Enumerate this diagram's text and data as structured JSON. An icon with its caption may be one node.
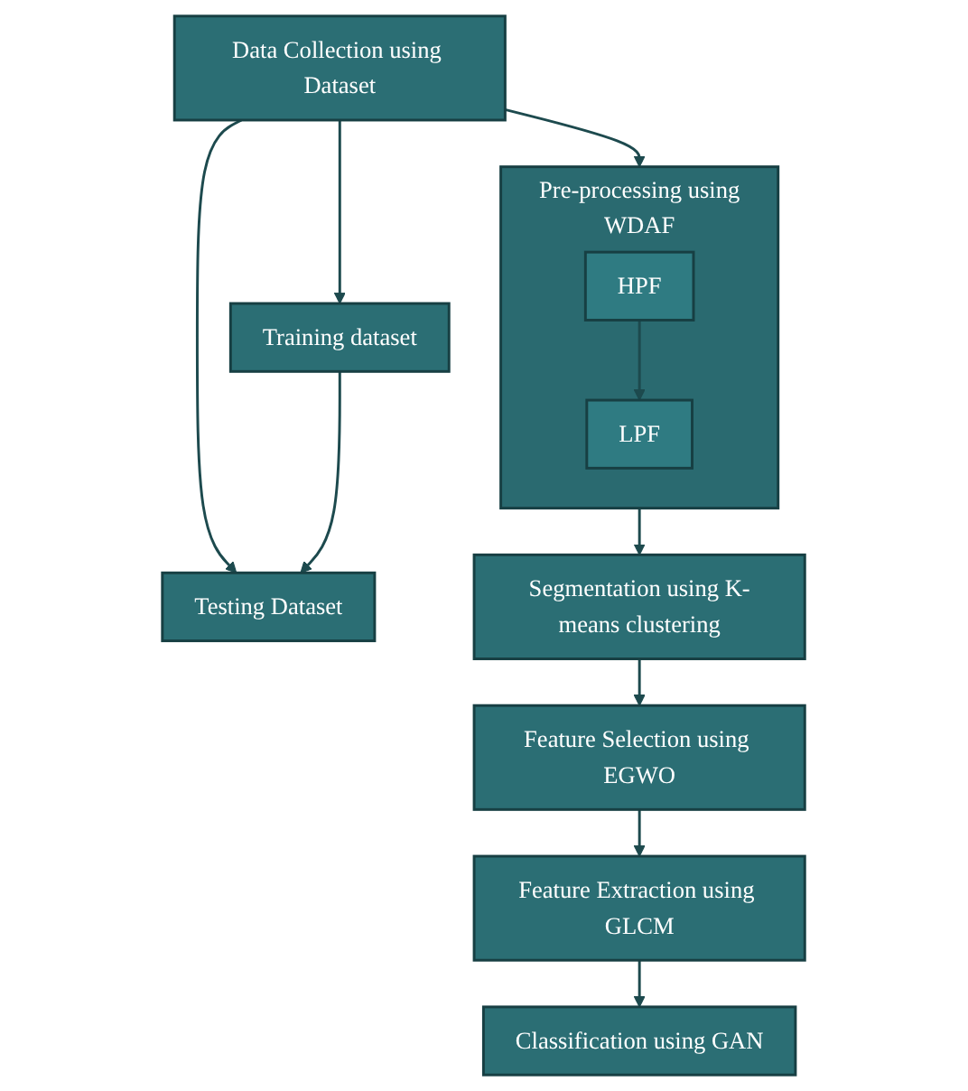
{
  "diagram": {
    "nodes": [
      {
        "text": [
          "Data Collection using Dataset"
        ]
      },
      {
        "text": [
          "Training dataset"
        ]
      },
      {
        "text": [
          "Testing Dataset"
        ]
      },
      {
        "text": [
          "Pre-processing using WDAF"
        ]
      },
      {
        "text": [
          "HPF"
        ],
        "in": 3
      },
      {
        "text": [
          "LPF"
        ],
        "in": 3
      },
      {
        "text": [
          "Segmentation using K-means clustering"
        ]
      },
      {
        "text": [
          "Feature Selection using EGWO"
        ]
      },
      {
        "text": [
          "Feature Extraction using GLCM"
        ]
      },
      {
        "text": [
          "Classification using GAN"
        ]
      }
    ],
    "edges": [
      {
        "from": 0,
        "to": 1,
        "arrow": "to"
      },
      {
        "from": 0,
        "to": 2,
        "arrow": "to"
      },
      {
        "from": 1,
        "to": 2,
        "arrow": "to"
      },
      {
        "from": 0,
        "to": 3,
        "arrow": "to"
      },
      {
        "from": 4,
        "to": 5,
        "arrow": "to"
      },
      {
        "from": 3,
        "to": 6,
        "arrow": "to"
      },
      {
        "from": 6,
        "to": 7,
        "arrow": "to"
      },
      {
        "from": 7,
        "to": 8,
        "arrow": "to"
      },
      {
        "from": 8,
        "to": 9,
        "arrow": "to"
      }
    ]
  }
}
